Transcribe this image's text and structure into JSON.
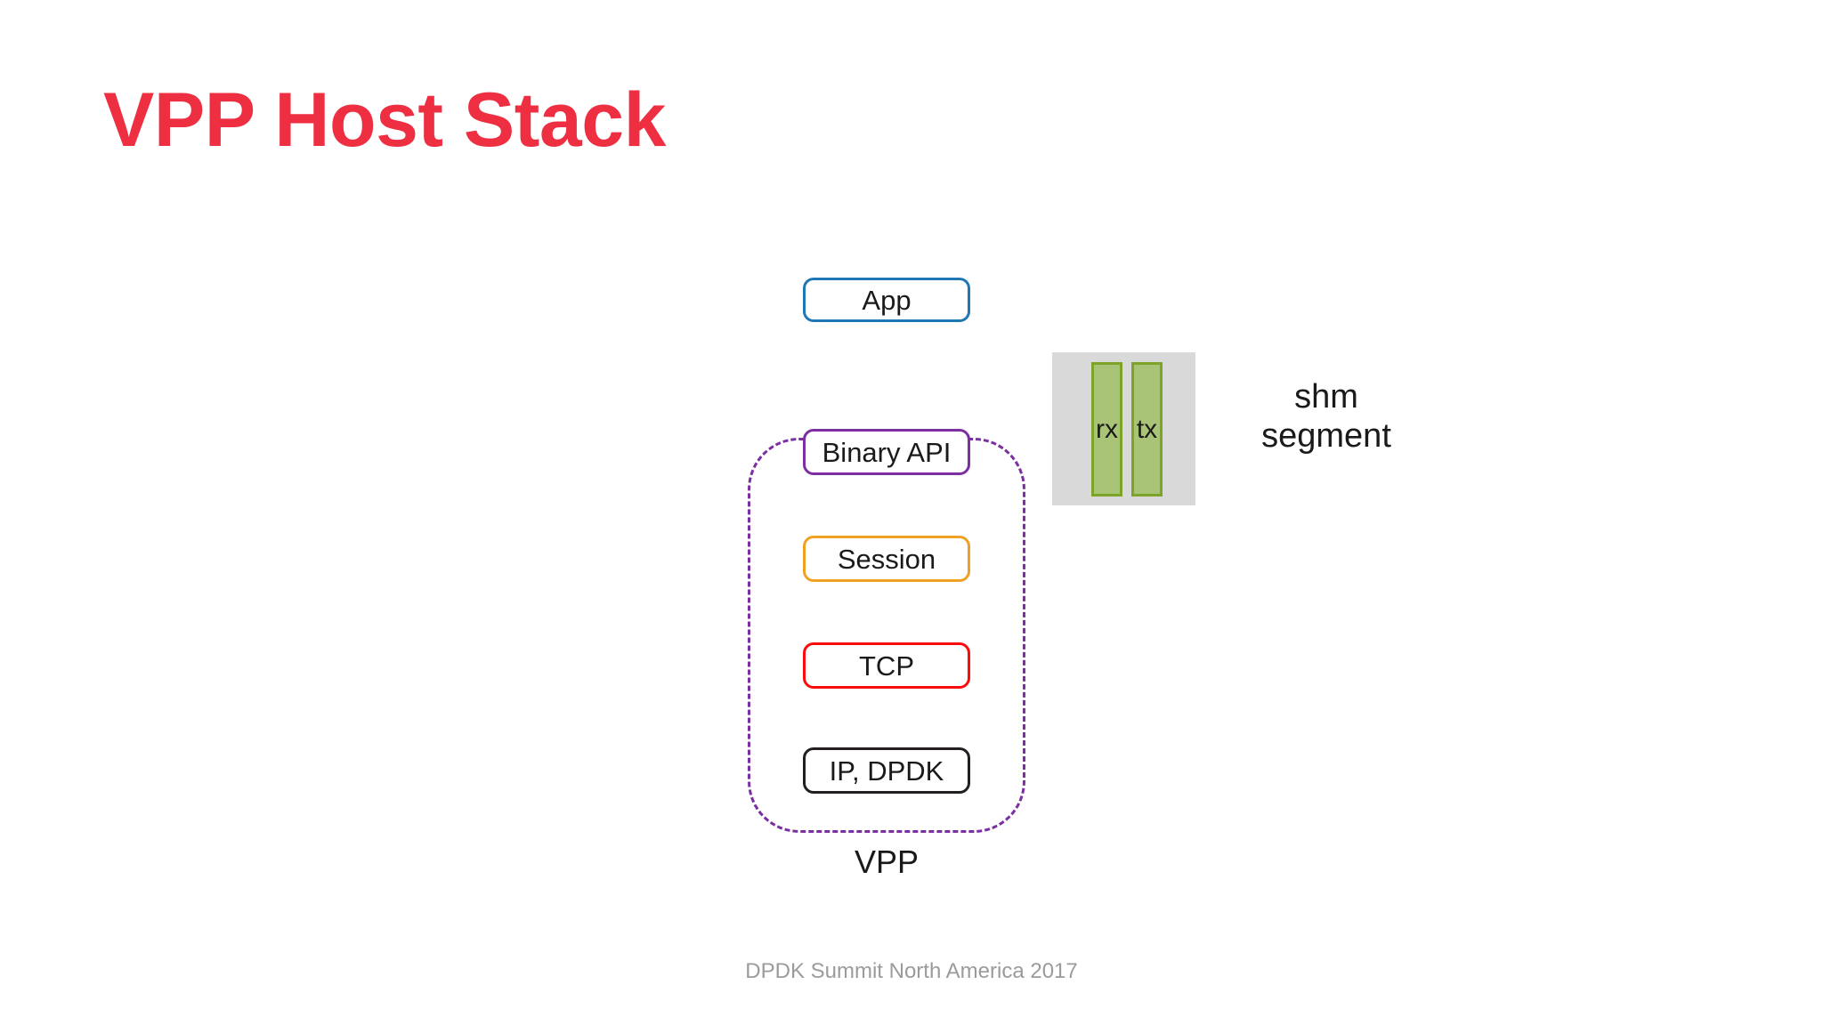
{
  "slide": {
    "title": "VPP Host Stack",
    "title_color": "#ee2f42",
    "background_color": "#ffffff",
    "footer": "DPDK Summit North America 2017",
    "footer_color": "#9b9b9b"
  },
  "diagram": {
    "boxes": [
      {
        "id": "app",
        "label": "App",
        "border_color": "#1f77b4"
      },
      {
        "id": "binary_api",
        "label": "Binary API",
        "border_color": "#7b2fa0"
      },
      {
        "id": "session",
        "label": "Session",
        "border_color": "#f0a022"
      },
      {
        "id": "tcp",
        "label": "TCP",
        "border_color": "#fb0b0b"
      },
      {
        "id": "ip_dpdk",
        "label": "IP, DPDK",
        "border_color": "#231f20"
      }
    ],
    "container": {
      "label": "VPP",
      "border_color": "#7b2fa0",
      "border_style": "dashed"
    },
    "shm": {
      "background_color": "#d9d9d9",
      "caption_line1": "shm",
      "caption_line2": "segment",
      "rings": [
        {
          "id": "rx",
          "label": "rx",
          "fill_color": "#a9c476",
          "border_color": "#7ba428"
        },
        {
          "id": "tx",
          "label": "tx",
          "fill_color": "#a9c476",
          "border_color": "#7ba428"
        }
      ]
    }
  }
}
